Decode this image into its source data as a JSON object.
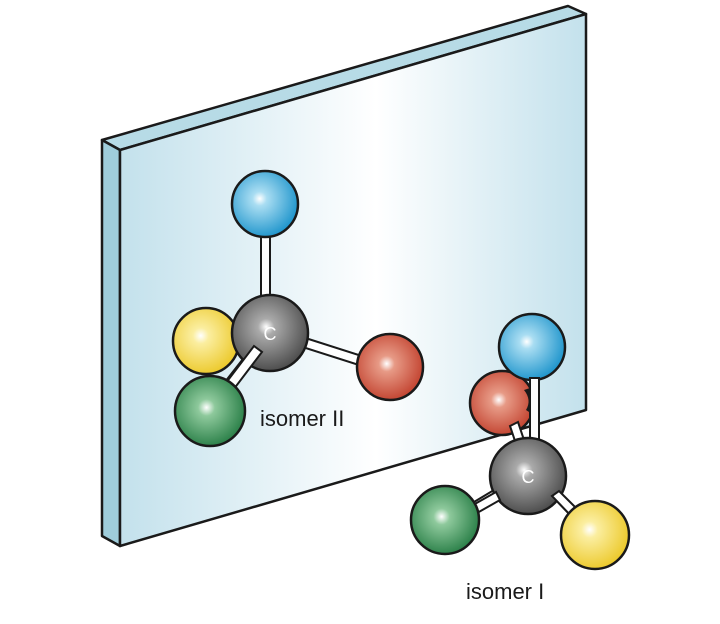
{
  "mirror": {
    "colors": {
      "face_light": "#ffffff",
      "face_dark": "#bcdde8",
      "edge": "#a9d2de",
      "outline": "#1a1a1a"
    }
  },
  "atom_colors": {
    "blue": "#2aa3d6",
    "yellow": "#f2d23a",
    "red": "#cc4a36",
    "green": "#2e8b4e",
    "carbon": "#5c5c5c"
  },
  "isomer_ii": {
    "label": "isomer II",
    "center_symbol": "C"
  },
  "isomer_i": {
    "label": "isomer I",
    "center_symbol": "C"
  }
}
